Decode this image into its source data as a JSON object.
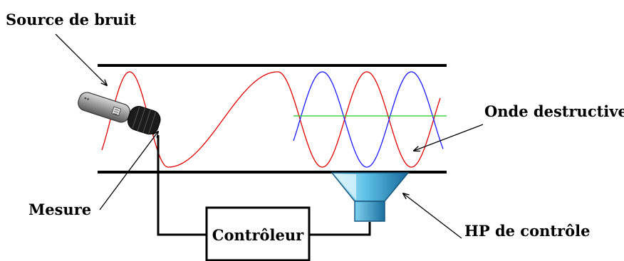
{
  "labels": {
    "noise_source": "Source de bruit",
    "destructive_wave": "Onde destructive",
    "measure": "Mesure",
    "control_speaker": "HP de contrôle",
    "controller": "Contrôleur"
  },
  "colors": {
    "noise_wave": "#e00000",
    "destructive_wave": "#1a1aff",
    "residual": "#22cc22",
    "duct": "#000000",
    "speaker_light": "#aee6f8",
    "speaker_dark": "#1f7fb0"
  }
}
